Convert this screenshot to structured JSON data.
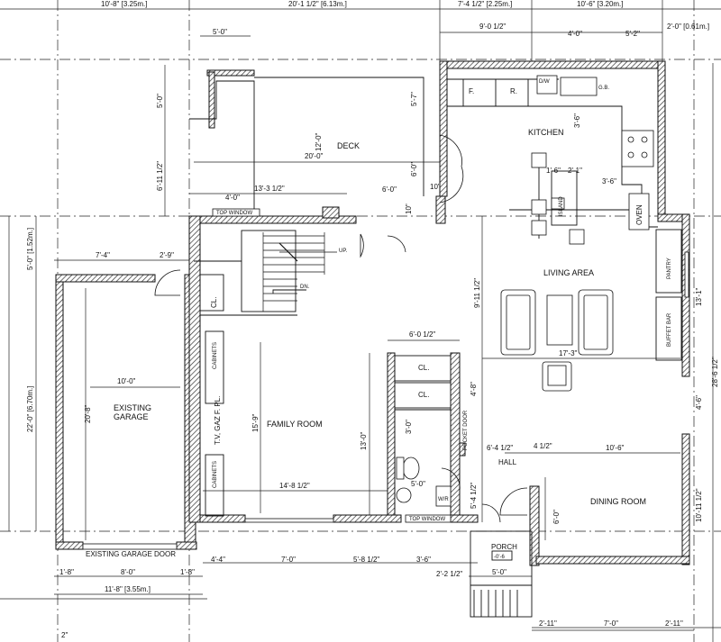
{
  "rooms": {
    "deck": "DECK",
    "kitchen": "KITCHEN",
    "living_area": "LIVING AREA",
    "family_room": "FAMILY ROOM",
    "existing_garage": "EXISTING\nGARAGE",
    "existing_garage_door": "EXISTING GARAGE DOOR",
    "dining_room": "DINING ROOM",
    "hall": "HALL",
    "porch": "PORCH",
    "porch_level": "-0'-6"
  },
  "fixtures": {
    "fridge": "F.",
    "range": "R.",
    "dishwasher": "D/W",
    "garbage_bin": "G.B.",
    "oven": "OVEN",
    "closet_1": "CL.",
    "closet_2": "CL.",
    "closet_3": "CL.",
    "tv_gas_fireplace": "T.V, GAZ F. PL.",
    "cabinets_top": "CABINETS",
    "cabinets_bottom": "CABINETS",
    "pantry": "PANTRY",
    "buffet_bar": "BUFFET BAR",
    "island": "ISLAND",
    "top_window_1": "TOP WINDOW",
    "top_window_2": "TOP WINDOW",
    "stairs_up": "UP.",
    "stairs_down": "DN.",
    "washer_dryer": "W/R",
    "pocket_door": "POCKET DOOR"
  },
  "dimensions": {
    "top_1": "10'-8\" [3.25m.]",
    "top_2": "20'-1 1/2\" [6.13m.]",
    "top_3": "7'-4 1/2\" [2.25m.]",
    "top_4": "10'-6\" [3.20m.]",
    "top_5": "2'-0\" [0.61m.]",
    "k_1": "9'-0 1/2\"",
    "k_2": "4'-0\"",
    "k_3": "5'-2\"",
    "deck_w": "5'-0\"",
    "deck_h1": "5'-0\"",
    "deck_h2": "6'-11 1/2\"",
    "deck_12": "12'-0\"",
    "deck_20": "20'-0\"",
    "deck_57": "5'-7\"",
    "deck_60": "6'-0\"",
    "deck_13": "13'-3 1/2\"",
    "deck_4": "4'-0\"",
    "deck_6": "6'-0\"",
    "deck_10a": "10\"",
    "deck_10b": "10\"",
    "k_36": "3'-6\"",
    "k_16": "1'-6\"",
    "k_21": "2'-1\"",
    "k_36b": "3'-6\"",
    "left_5": "5'-0\" [1.52m.]",
    "left_22": "22'-0\" [6.70m.]",
    "g_74": "7'-4\"",
    "g_29": "2'-9\"",
    "g_10": "10'-0\"",
    "g_208": "20'-8\"",
    "fr_159": "15'-9\"",
    "fr_148": "14'-8 1/2\"",
    "lv_911": "9'-11 1/2\"",
    "lv_173": "17'-3\"",
    "cl_60": "6'-0 1/2\"",
    "cl_48": "4'-8\"",
    "bath_130": "13'-0\"",
    "bath_30": "3'-0\"",
    "bath_50": "5'-0\"",
    "hall_64": "6'-4 1/2\"",
    "hall_4": "4 1/2\"",
    "hall_54": "5'-4 1/2\"",
    "dr_106": "10'-6\"",
    "dr_60": "6'-0\"",
    "dr_1011": "10'-11 1/2\"",
    "r_131": "13'-1\"",
    "r_286": "28'-6 1/2\"",
    "r_46": "4'-6\"",
    "bot_18a": "1'-8\"",
    "bot_80": "8'-0\"",
    "bot_18b": "1'-8\"",
    "bot_118": "11'-8\" [3.55m.]",
    "bot_44": "4'-4\"",
    "bot_70": "7'-0\"",
    "bot_58": "5'-8 1/2\"",
    "bot_36": "3'-6\"",
    "bot_22": "2'-2 1/2\"",
    "bot_50": "5'-0\"",
    "bot_211a": "2'-11\"",
    "bot_70b": "7'-0\"",
    "bot_211b": "2'-11\"",
    "bot_2": "2\""
  }
}
